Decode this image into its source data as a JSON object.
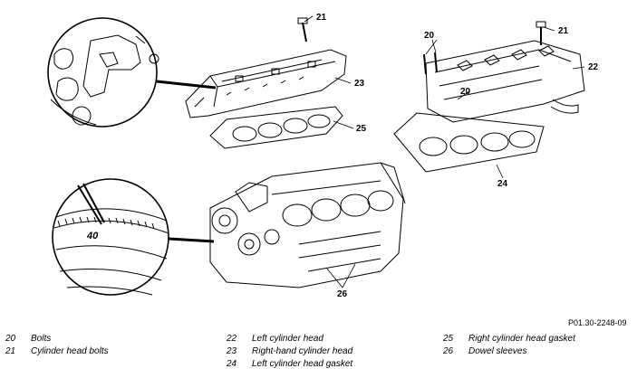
{
  "callouts": [
    "21",
    "20",
    "20",
    "21",
    "22",
    "23",
    "25",
    "24",
    "26"
  ],
  "scale_mark": "40",
  "figure_ref": "P01.30-2248-09",
  "legend": [
    [
      {
        "num": "20",
        "text": "Bolts"
      },
      {
        "num": "21",
        "text": "Cylinder head bolts"
      }
    ],
    [
      {
        "num": "22",
        "text": "Left cylinder head"
      },
      {
        "num": "23",
        "text": "Right-hand cylinder head"
      },
      {
        "num": "24",
        "text": "Left cylinder head gasket"
      }
    ],
    [
      {
        "num": "25",
        "text": "Right cylinder head gasket"
      },
      {
        "num": "26",
        "text": "Dowel sleeves"
      }
    ]
  ]
}
